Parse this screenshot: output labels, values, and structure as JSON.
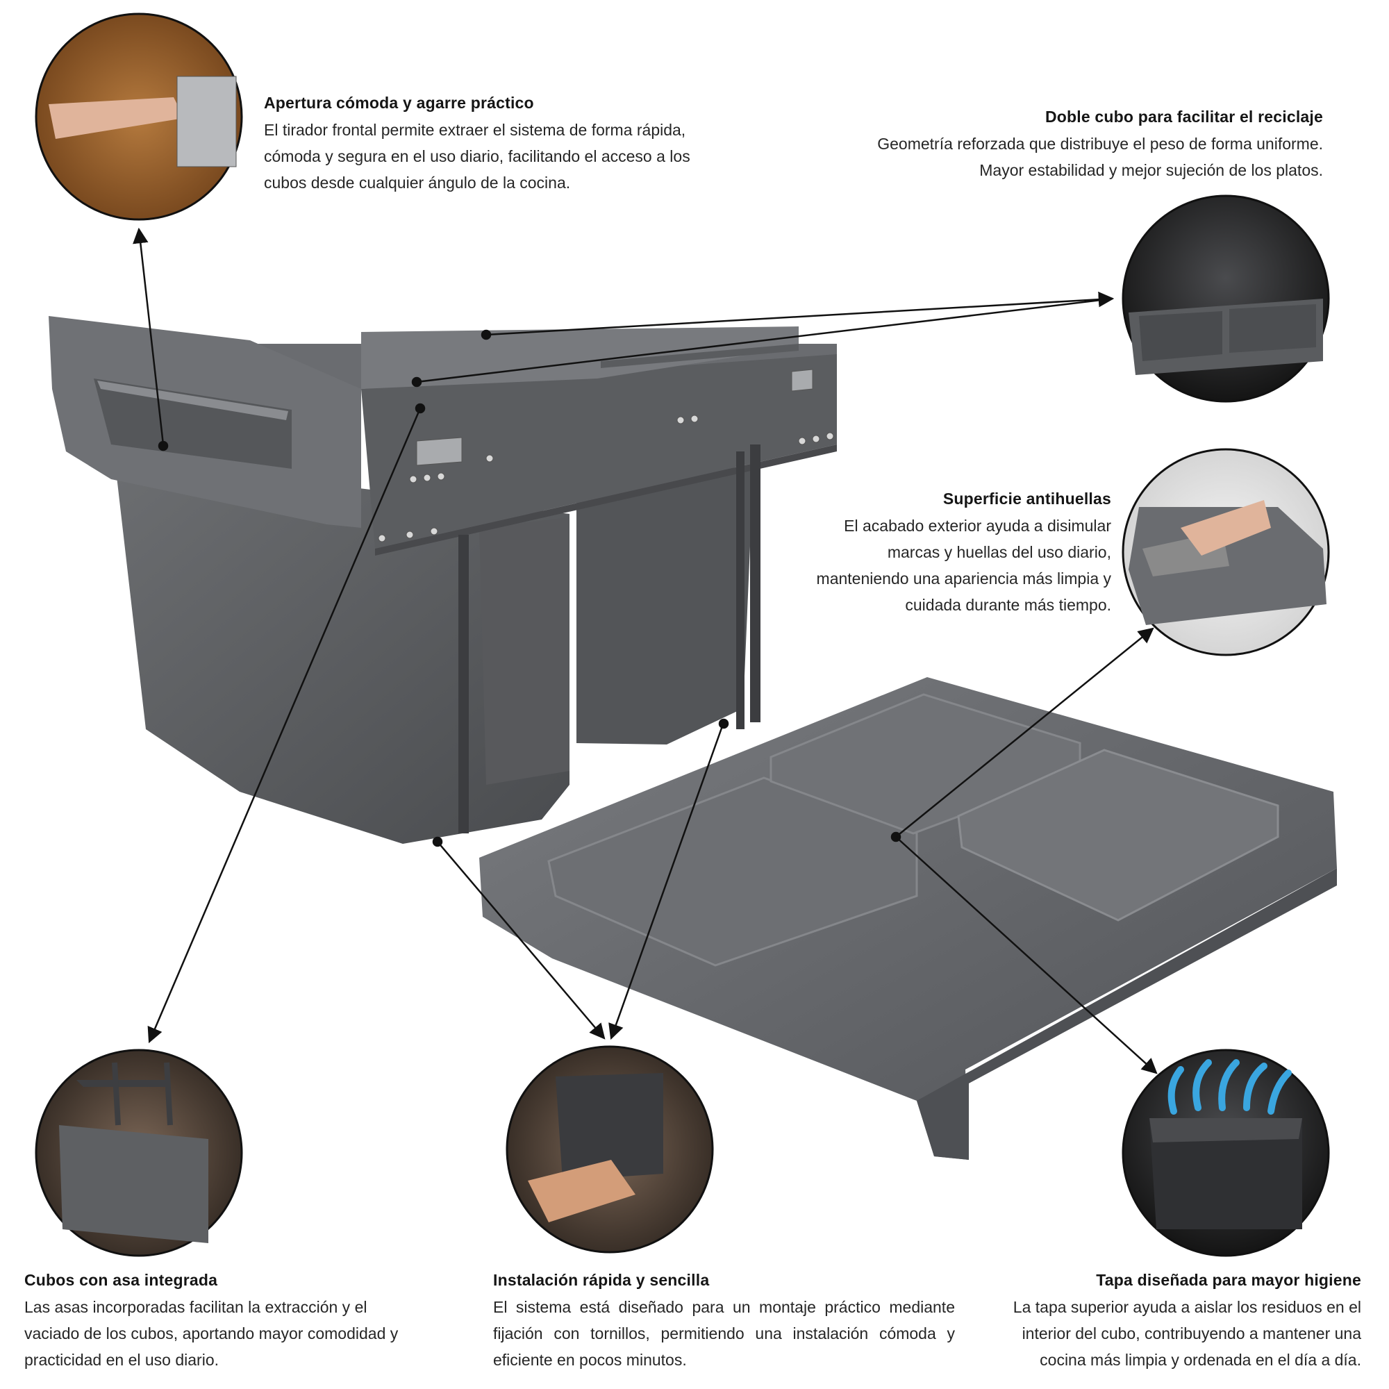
{
  "features": {
    "apertura": {
      "title": "Apertura cómoda y agarre práctico",
      "text": "El tirador frontal permite extraer el sistema de forma rápida, cómoda y segura en el uso diario, facilitando el acceso a los cubos desde cualquier ángulo de la cocina."
    },
    "doble_cubo": {
      "title": "Doble cubo para facilitar el reciclaje",
      "text": "Geometría reforzada que distribuye el peso de forma uniforme. Mayor estabilidad y mejor sujeción de los platos."
    },
    "antihuellas": {
      "title": "Superficie antihuellas",
      "text": "El acabado exterior ayuda a disimular marcas y huellas del uso diario, manteniendo una apariencia más limpia y cuidada durante más tiempo."
    },
    "asa": {
      "title": "Cubos con asa integrada",
      "text": "Las asas incorporadas facilitan la extracción y el vaciado de los cubos, aportando mayor comodidad y practicidad en el uso diario."
    },
    "instalacion": {
      "title": "Instalación rápida y sencilla",
      "text": "El sistema está diseñado para un montaje práctico mediante fijación con tornillos, permitiendo una instalación cómoda y eficiente en pocos minutos."
    },
    "tapa": {
      "title": "Tapa diseñada para mayor higiene",
      "text": "La tapa superior ayuda a aislar los residuos en el interior del cubo, contribuyendo a mantener una cocina más limpia y ordenada en el día a día."
    }
  },
  "colors": {
    "product_gray": "#5d5f62",
    "product_dark": "#3e4043",
    "wood": "#9a5f2c",
    "callout_line": "#111111"
  }
}
